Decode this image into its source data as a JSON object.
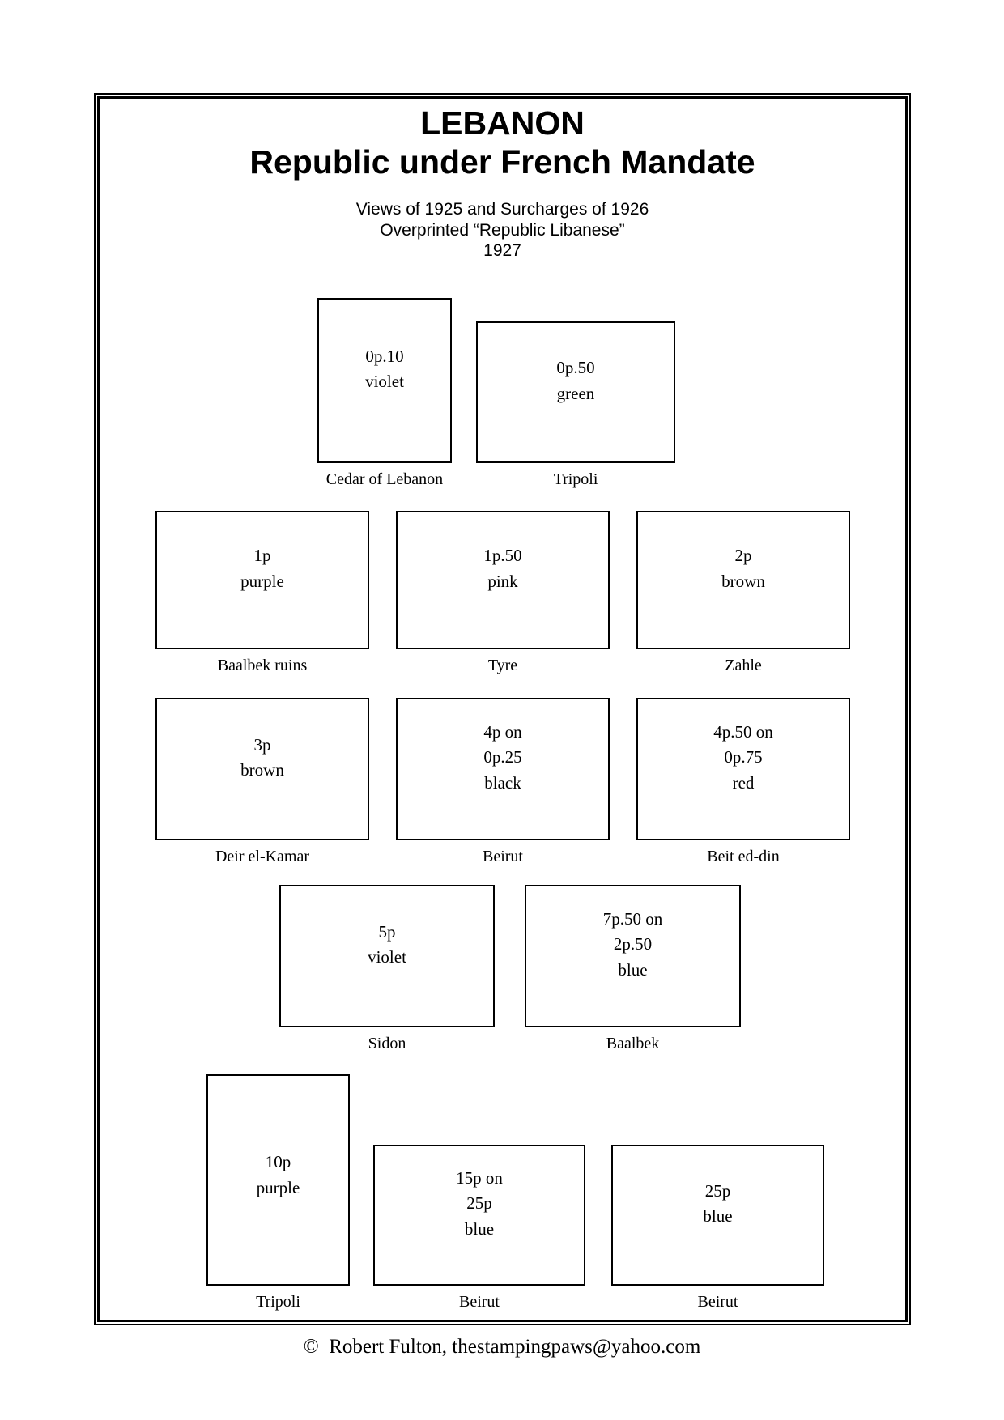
{
  "header": {
    "country": "LEBANON",
    "period": "Republic under French Mandate",
    "series_lines": [
      "Views of 1925 and Surcharges of 1926",
      "Overprinted “Republic Libanese”",
      "1927"
    ]
  },
  "stamps": [
    {
      "value_lines": [
        "0p.10",
        "violet"
      ],
      "caption": "Cedar of Lebanon"
    },
    {
      "value_lines": [
        "0p.50",
        "green"
      ],
      "caption": "Tripoli"
    },
    {
      "value_lines": [
        "1p",
        "purple"
      ],
      "caption": "Baalbek ruins"
    },
    {
      "value_lines": [
        "1p.50",
        "pink"
      ],
      "caption": "Tyre"
    },
    {
      "value_lines": [
        "2p",
        "brown"
      ],
      "caption": "Zahle"
    },
    {
      "value_lines": [
        "3p",
        "brown"
      ],
      "caption": "Deir el-Kamar"
    },
    {
      "value_lines": [
        "4p on",
        "0p.25",
        "black"
      ],
      "caption": "Beirut"
    },
    {
      "value_lines": [
        "4p.50 on",
        "0p.75",
        "red"
      ],
      "caption": "Beit ed-din"
    },
    {
      "value_lines": [
        "5p",
        "violet"
      ],
      "caption": "Sidon"
    },
    {
      "value_lines": [
        "7p.50 on",
        "2p.50",
        "blue"
      ],
      "caption": "Baalbek"
    },
    {
      "value_lines": [
        "10p",
        "purple"
      ],
      "caption": "Tripoli"
    },
    {
      "value_lines": [
        "15p on",
        "25p",
        "blue"
      ],
      "caption": "Beirut"
    },
    {
      "value_lines": [
        "25p",
        "blue"
      ],
      "caption": "Beirut"
    }
  ],
  "footer": {
    "text": "©  Robert Fulton, thestampingpaws@yahoo.com"
  },
  "colors": {
    "ink": "#000000",
    "paper": "#ffffff"
  }
}
